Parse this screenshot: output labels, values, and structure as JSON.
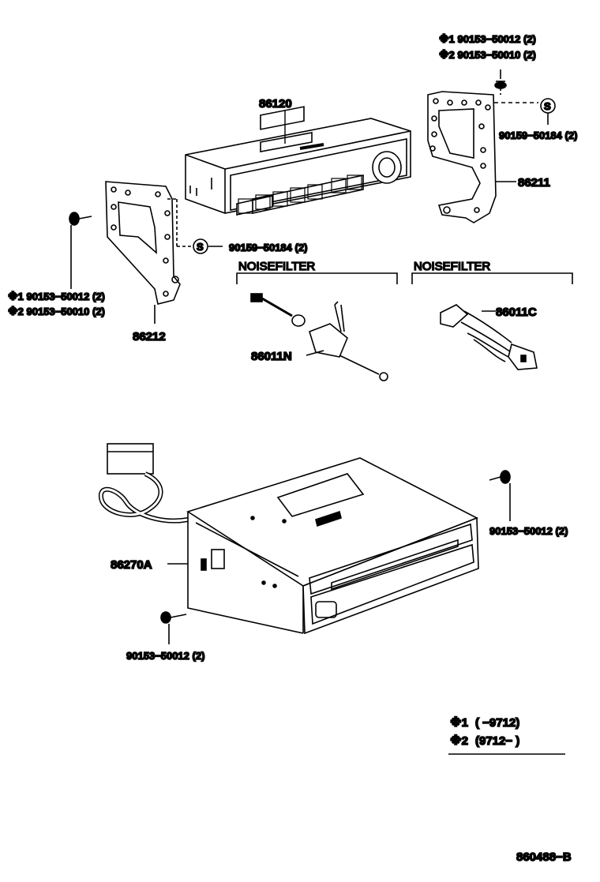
{
  "labels": {
    "radio_part": "86120",
    "bracket_right_marker1": "※1 90153−50012 (2)",
    "bracket_right_marker2": "※2 90153−50010 (2)",
    "bracket_right_screw": "90159−50184 (2)",
    "bracket_right_part": "86211",
    "bracket_left_screw": "90159−50184 (2)",
    "bracket_left_marker1": "※1 90153−50012 (2)",
    "bracket_left_marker2": "※2 90153−50010 (2)",
    "bracket_left_part": "86212",
    "noisefilter_left_title": "NOISEFILTER",
    "noisefilter_right_title": "NOISEFILTER",
    "noisefilter_left_part": "86011N",
    "noisefilter_right_part": "86011C",
    "cd_changer_part": "86270A",
    "cd_screw_right": "90153−50012 (2)",
    "cd_screw_bottom": "90153−50012 (2)",
    "s_symbol": "S",
    "diagram_id": "860488−B"
  },
  "legend": {
    "row1_mark": "※1",
    "row1_range": "(       −9712)",
    "row2_mark": "※2",
    "row2_range": "(9712−       )"
  }
}
